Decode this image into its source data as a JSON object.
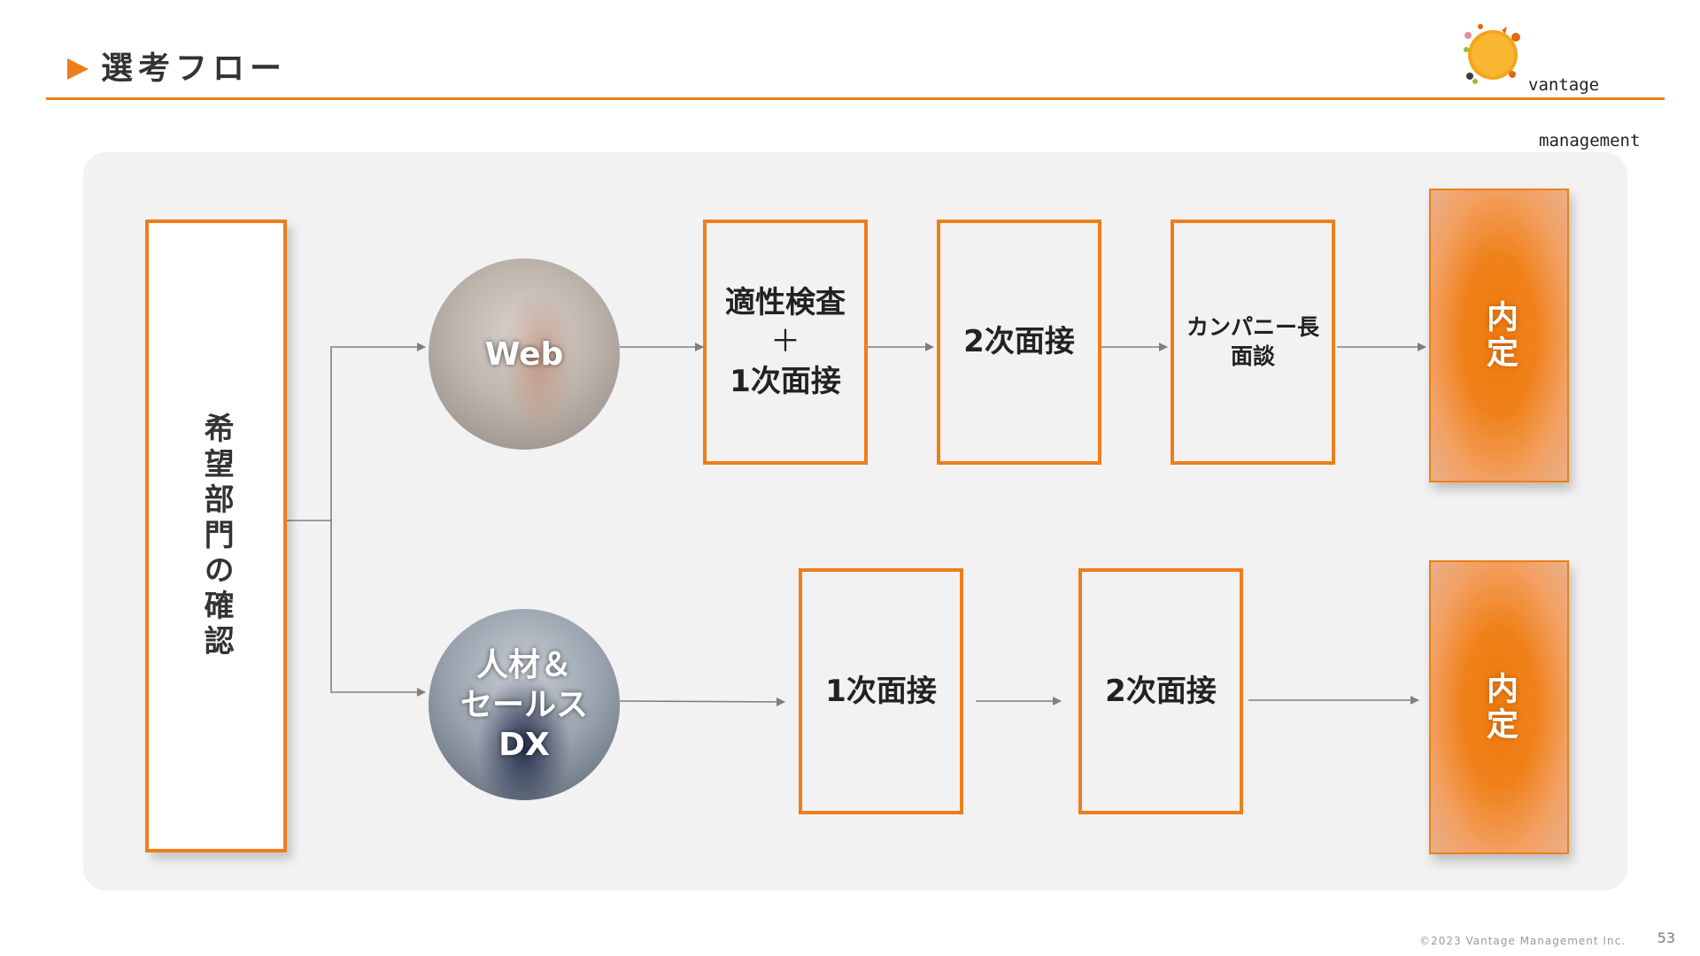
{
  "header": {
    "title": "選考フロー"
  },
  "logo": {
    "line1": "vantage",
    "line2": "management"
  },
  "flow": {
    "start": "希望部門の確認",
    "web": {
      "label": "Web",
      "step1": {
        "line1": "適性検査",
        "line2": "＋",
        "line3": "1次面接"
      },
      "step2": "2次面接",
      "step3": {
        "line1": "カンパニー長",
        "line2": "面談"
      },
      "result": "内定"
    },
    "hr": {
      "label": {
        "line1": "人材＆",
        "line2": "セールス",
        "line3": "DX"
      },
      "step1": "1次面接",
      "step2": "2次面接",
      "result": "内定"
    }
  },
  "colors": {
    "accent": "#EE7E1A",
    "panel": "#F2F2F2",
    "connector": "#7F7F7F"
  },
  "footer": {
    "copyright": "©2023 Vantage Management Inc.",
    "page": "53"
  }
}
